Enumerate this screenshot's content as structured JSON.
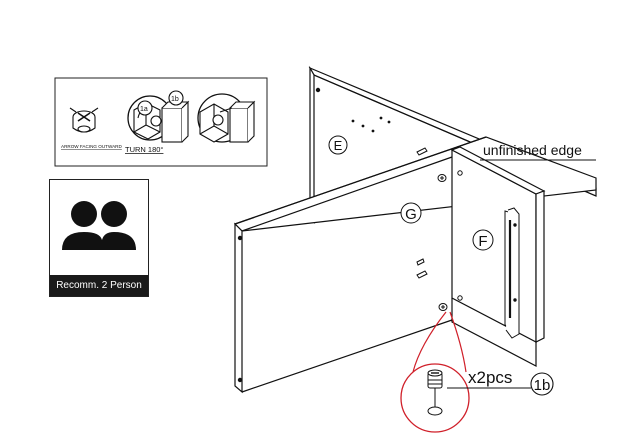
{
  "instruction_panel": {
    "step1_caption": "ARROW FACING OUTWARD",
    "step2_caption": "TURN 180°",
    "step2_callout_a": "1a",
    "step2_callout_b": "1b"
  },
  "people_badge": {
    "label": "Recomm. 2 Person"
  },
  "parts": {
    "panel_e": "E",
    "panel_g": "G",
    "panel_f": "F"
  },
  "annotations": {
    "edge_note": "unfinished edge",
    "quantity": "x2pcs",
    "part_ref": "1b"
  }
}
